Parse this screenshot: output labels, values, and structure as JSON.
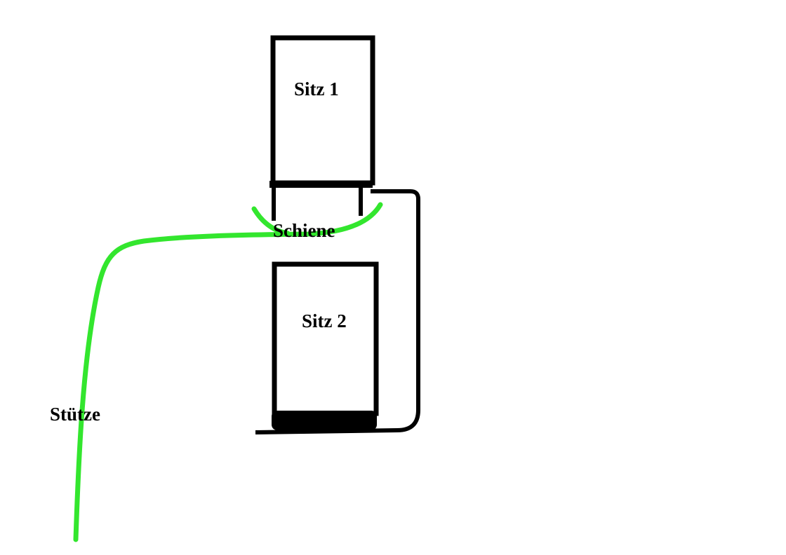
{
  "labels": {
    "seat_1": "Sitz 1",
    "seat_2": "Sitz 2",
    "rail": "Schiene",
    "support": "Stütze"
  },
  "colors": {
    "outline": "#000000",
    "support": "#33e62e",
    "background": "#ffffff"
  }
}
